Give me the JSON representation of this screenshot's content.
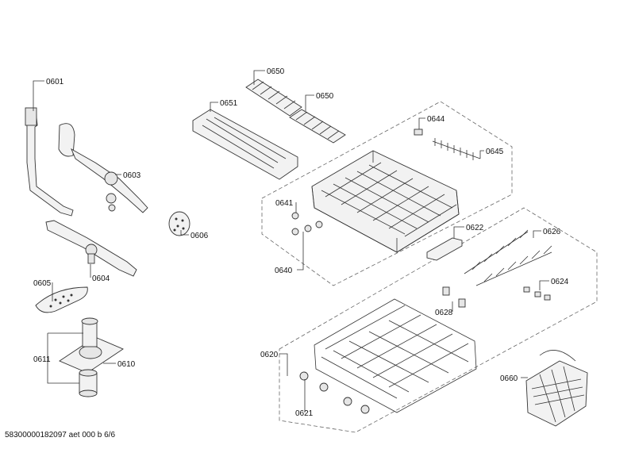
{
  "parts": [
    {
      "id": "p0601",
      "label": "0601"
    },
    {
      "id": "p0603",
      "label": "0603"
    },
    {
      "id": "p0604",
      "label": "0604"
    },
    {
      "id": "p0605",
      "label": "0605"
    },
    {
      "id": "p0606",
      "label": "0606"
    },
    {
      "id": "p0610",
      "label": "0610"
    },
    {
      "id": "p0611",
      "label": "0611"
    },
    {
      "id": "p0620",
      "label": "0620"
    },
    {
      "id": "p0621",
      "label": "0621"
    },
    {
      "id": "p0622",
      "label": "0622"
    },
    {
      "id": "p0624",
      "label": "0624"
    },
    {
      "id": "p0626",
      "label": "0626"
    },
    {
      "id": "p0628",
      "label": "0628"
    },
    {
      "id": "p0640",
      "label": "0640"
    },
    {
      "id": "p0641",
      "label": "0641"
    },
    {
      "id": "p0644",
      "label": "0644"
    },
    {
      "id": "p0645",
      "label": "0645"
    },
    {
      "id": "p0650a",
      "label": "0650"
    },
    {
      "id": "p0650b",
      "label": "0650"
    },
    {
      "id": "p0651",
      "label": "0651"
    },
    {
      "id": "p0660",
      "label": "0660"
    }
  ],
  "footer": "58300000182097 aet 000 b 6/6"
}
